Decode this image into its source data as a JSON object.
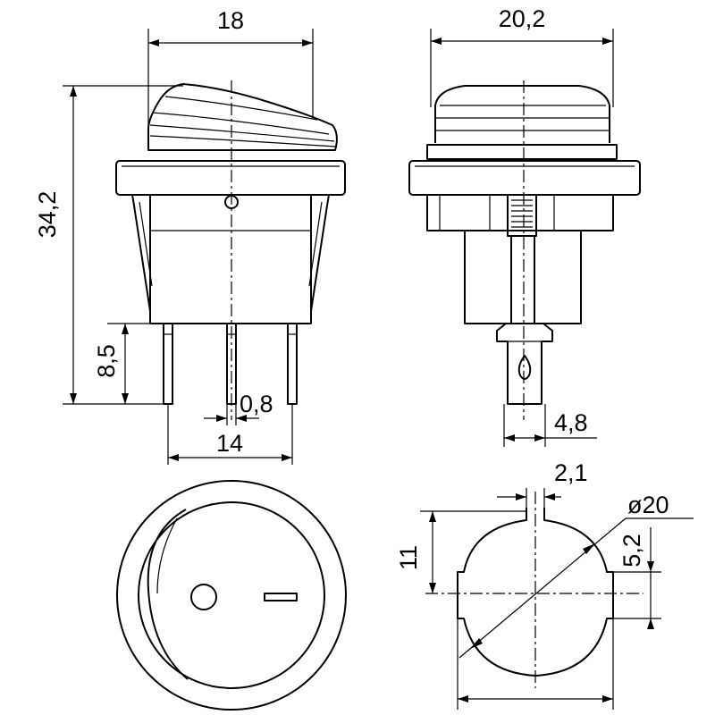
{
  "dimensions": {
    "front_width": "18",
    "side_width": "20,2",
    "height": "34,2",
    "pin_length": "8,5",
    "pin_thickness": "0,8",
    "pin_spacing": "14",
    "terminal_width": "4,8",
    "key_width": "2,1",
    "diameter": "ø20",
    "flat_depth": "5,2",
    "half_height": "11"
  },
  "colors": {
    "line": "#000000",
    "background": "#ffffff"
  }
}
